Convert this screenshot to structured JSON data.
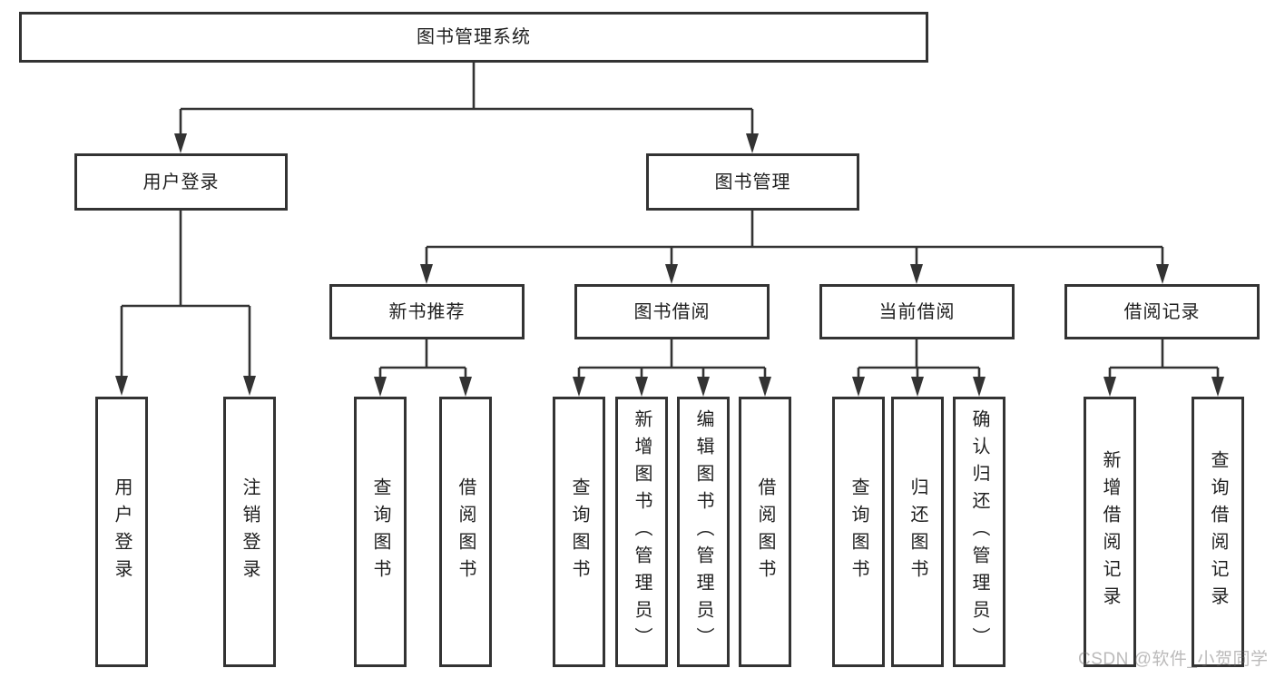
{
  "diagram": {
    "type": "hierarchy-tree",
    "title": "图书管理系统",
    "nodes": {
      "root": "图书管理系统",
      "level2": [
        "用户登录",
        "图书管理"
      ],
      "level3": [
        "新书推荐",
        "图书借阅",
        "当前借阅",
        "借阅记录"
      ],
      "leaves_user": [
        "用户登录",
        "注销登录"
      ],
      "leaves_new_book": [
        "查询图书",
        "借阅图书"
      ],
      "leaves_borrow": [
        "查询图书",
        "新增图书（管理员）",
        "编辑图书（管理员）",
        "借阅图书"
      ],
      "leaves_current": [
        "查询图书",
        "归还图书",
        "确认归还（管理员）"
      ],
      "leaves_records": [
        "新增借阅记录",
        "查询借阅记录"
      ]
    },
    "edges": [
      {
        "from": "图书管理系统",
        "to": [
          "用户登录",
          "图书管理"
        ]
      },
      {
        "from": "用户登录",
        "to": [
          "用户登录",
          "注销登录"
        ]
      },
      {
        "from": "图书管理",
        "to": [
          "新书推荐",
          "图书借阅",
          "当前借阅",
          "借阅记录"
        ]
      },
      {
        "from": "新书推荐",
        "to": [
          "查询图书",
          "借阅图书"
        ]
      },
      {
        "from": "图书借阅",
        "to": [
          "查询图书",
          "新增图书（管理员）",
          "编辑图书（管理员）",
          "借阅图书"
        ]
      },
      {
        "from": "当前借阅",
        "to": [
          "查询图书",
          "归还图书",
          "确认归还（管理员）"
        ]
      },
      {
        "from": "借阅记录",
        "to": [
          "新增借阅记录",
          "查询借阅记录"
        ]
      }
    ],
    "colors": {
      "background": "#ffffff",
      "line": "#333333",
      "text": "#1f1f1f",
      "watermark": "#c6c3c3"
    }
  },
  "watermark": {
    "text": "CSDN @软件_小贺同学"
  }
}
